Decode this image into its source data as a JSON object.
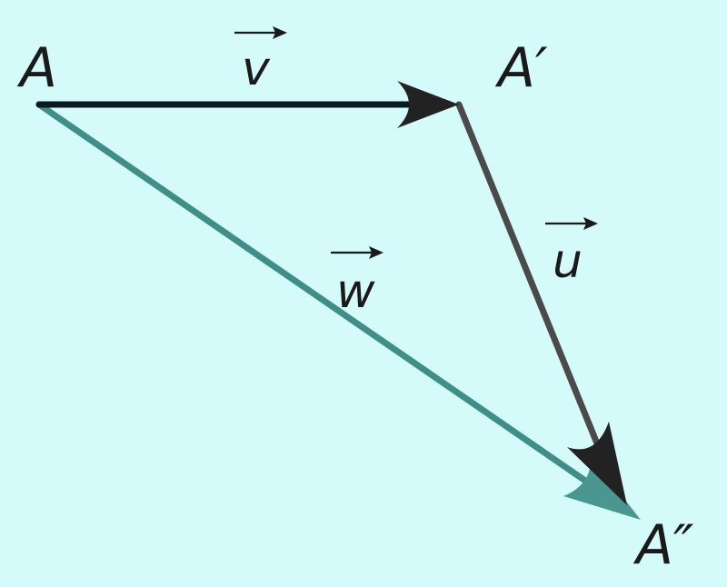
{
  "colors": {
    "background": "#d5fafa",
    "vector_v": "#0a1a22",
    "vector_u": "#4a4a4a",
    "vector_w": "#3f8f88",
    "arrowhead_dark": "#222222",
    "arrowhead_teal": "#4a9690"
  },
  "points": {
    "a": "A",
    "a_prime": "A′",
    "a_double_prime": "A″"
  },
  "vectors": {
    "v": "v",
    "u": "u",
    "w": "w"
  }
}
